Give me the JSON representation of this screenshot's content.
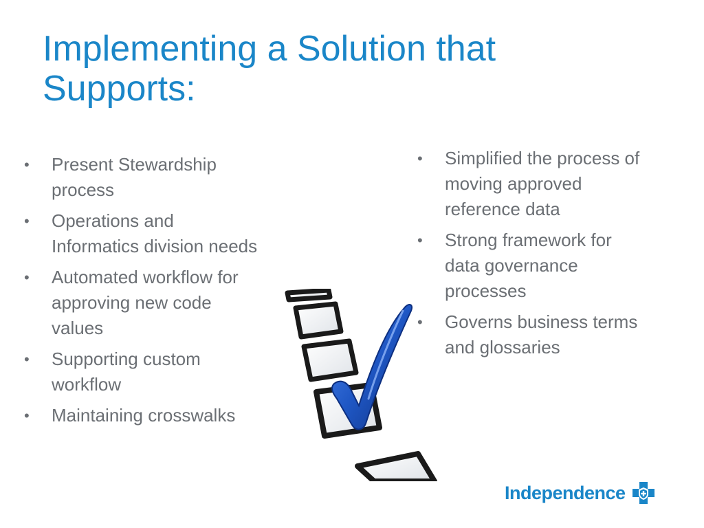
{
  "title": {
    "line1": "Implementing a Solution that",
    "line2": "Supports:"
  },
  "left_bullets": [
    {
      "bullet": "•",
      "text_lines": [
        "Present Stewardship",
        "process"
      ]
    },
    {
      "bullet": "•",
      "text_lines": [
        "Operations and",
        "Informatics division needs"
      ]
    },
    {
      "bullet": "•",
      "text_lines": [
        "Automated workflow for",
        "approving new code",
        "values"
      ]
    },
    {
      "bullet": "•",
      "text_lines": [
        "Supporting custom",
        "workflow"
      ]
    },
    {
      "bullet": "•",
      "text_lines": [
        "Maintaining crosswalks"
      ]
    }
  ],
  "right_bullets": [
    {
      "bullet": "•",
      "text_lines": [
        "Simplified the process of",
        "moving approved",
        "reference data"
      ]
    },
    {
      "bullet": "•",
      "text_lines": [
        "Strong framework for",
        "data governance",
        "processes"
      ]
    },
    {
      "bullet": "•",
      "text_lines": [
        "Governs business terms",
        "and glossaries"
      ]
    }
  ],
  "graphic": {
    "icon": "checklist-with-checkmark-icon",
    "check_color": "#1f57c4",
    "box_color": "#1a1a1a"
  },
  "logo": {
    "text": "Independence",
    "icon": "blue-cross-blue-shield-icon",
    "color": "#1a86c8"
  },
  "colors": {
    "title": "#1a86c8",
    "body_text": "#6b6f74",
    "background": "#ffffff"
  }
}
